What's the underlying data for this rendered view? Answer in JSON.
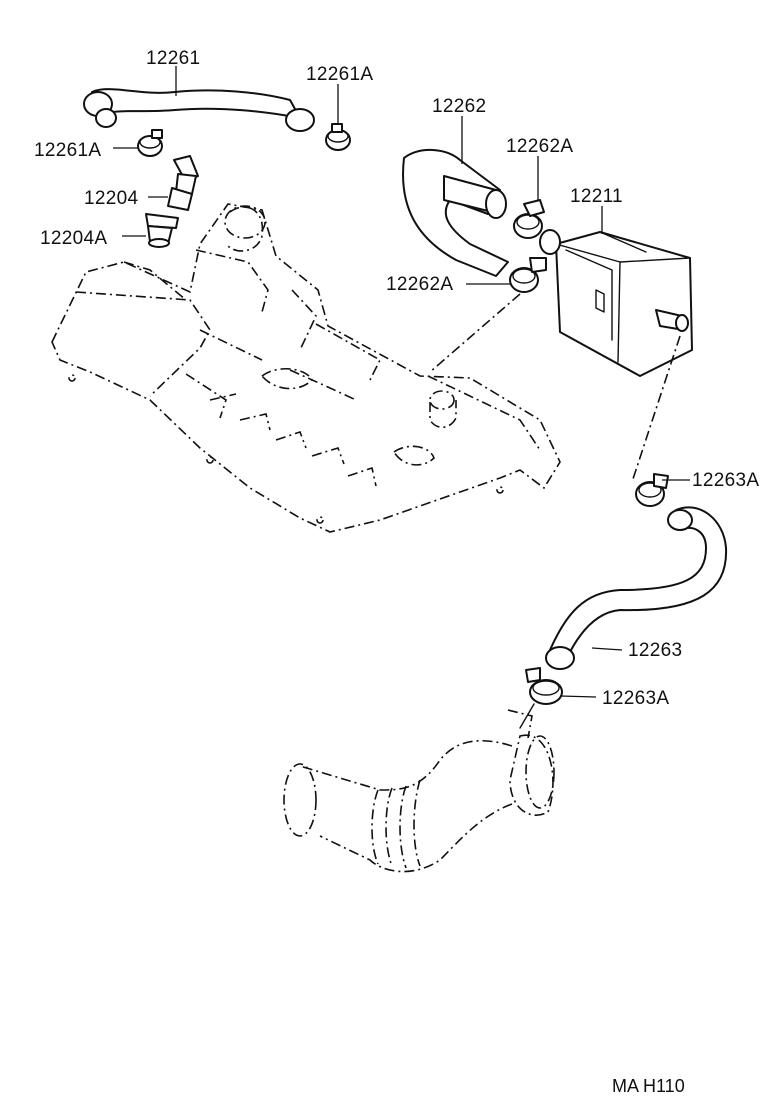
{
  "diagram": {
    "callouts": {
      "p12261": "12261",
      "p12261A_top": "12261A",
      "p12261A_left": "12261A",
      "p12204": "12204",
      "p12204A": "12204A",
      "p12262": "12262",
      "p12262A_top": "12262A",
      "p12262A_mid": "12262A",
      "p12211": "12211",
      "p12263A_right": "12263A",
      "p12263": "12263",
      "p12263A_lower": "12263A"
    },
    "figure_code": "MA H110"
  }
}
